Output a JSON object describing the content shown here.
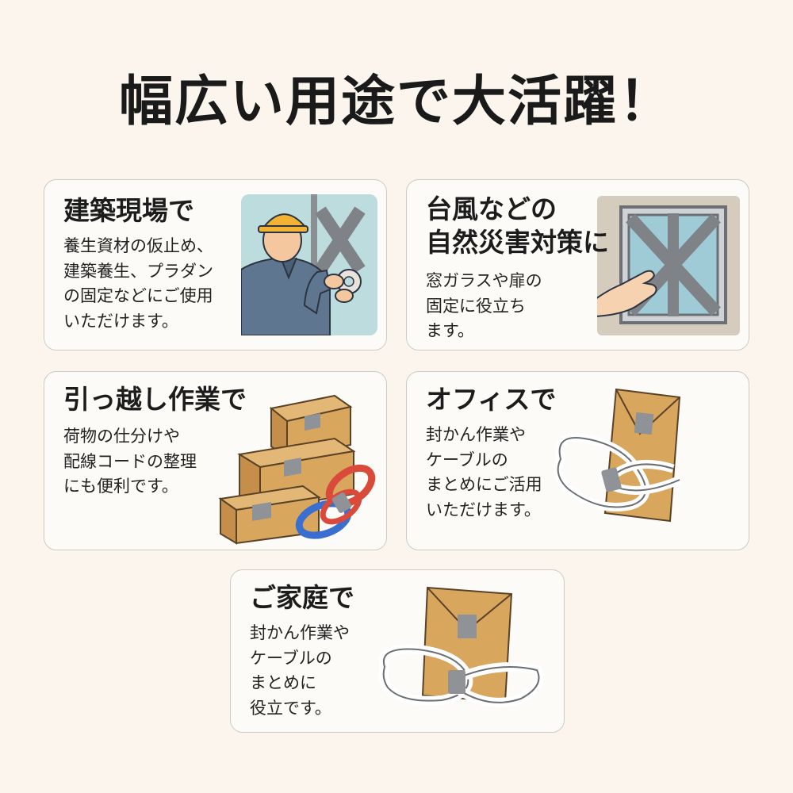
{
  "headline": "幅広い用途で大活躍！",
  "cards": {
    "construction": {
      "title": "建築現場で",
      "text": "養生資材の仮止め、\n建築養生、プラダン\nの固定などにご使用\nいただけます。"
    },
    "typhoon": {
      "title": "台風などの\n自然災害対策に",
      "text": "窓ガラスや扉の\n固定に役立ち\nます。"
    },
    "moving": {
      "title": "引っ越し作業で",
      "text": "荷物の仕分けや\n配線コードの整理\nにも便利です。"
    },
    "office": {
      "title": "オフィスで",
      "text": "封かん作業や\nケーブルの\nまとめにご活用\nいただけます。"
    },
    "home": {
      "title": "ご家庭で",
      "text": "封かん作業や\nケーブルの\nまとめに\n役立です。"
    }
  },
  "illustrations": {
    "construction": "worker-taping-window-illustration",
    "typhoon": "taped-window-illustration",
    "moving": "boxes-and-cables-illustration",
    "office": "envelope-and-cable-illustration",
    "home": "envelope-and-cable-illustration"
  },
  "colors": {
    "background": "#fbf5ee",
    "card_background": "#fdfbf8",
    "card_border": "#cfcac3",
    "tape": "#8f9296",
    "cardboard": "#d9a65e",
    "helmet": "#f2b233"
  }
}
